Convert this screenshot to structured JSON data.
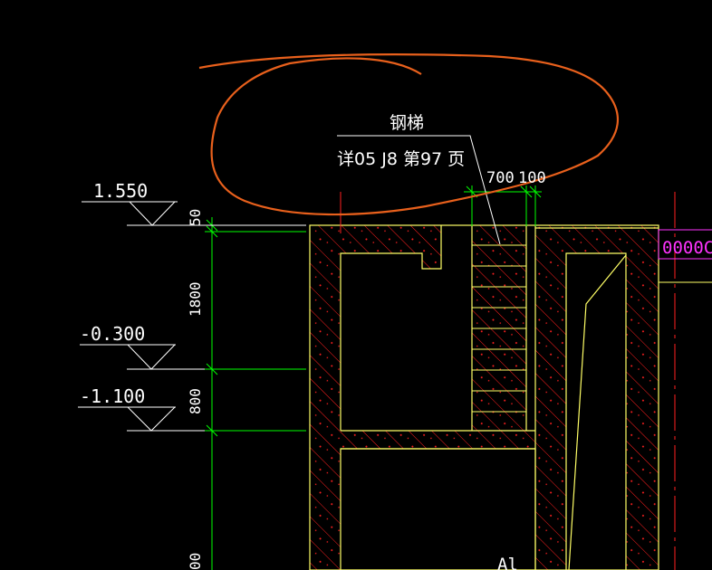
{
  "drawing": {
    "background": "#000000",
    "colors": {
      "wall_outline": "#ffff66",
      "hatch": "#ff2020",
      "dimension": "#00ff00",
      "markup": "#e8601c",
      "text": "#ffffff",
      "centerline": "#ff2020",
      "tag": "#ff33ff"
    },
    "annotation": {
      "title": "钢梯",
      "reference": "详05 J8 第97 页"
    },
    "dimensions_top": [
      "700",
      "100"
    ],
    "dimensions_left": [
      "50",
      "1800",
      "800",
      "00"
    ],
    "elevations": [
      "1.550",
      "-0.300",
      "-1.100"
    ],
    "tag_text": "0000C",
    "bottom_label": "Al"
  }
}
